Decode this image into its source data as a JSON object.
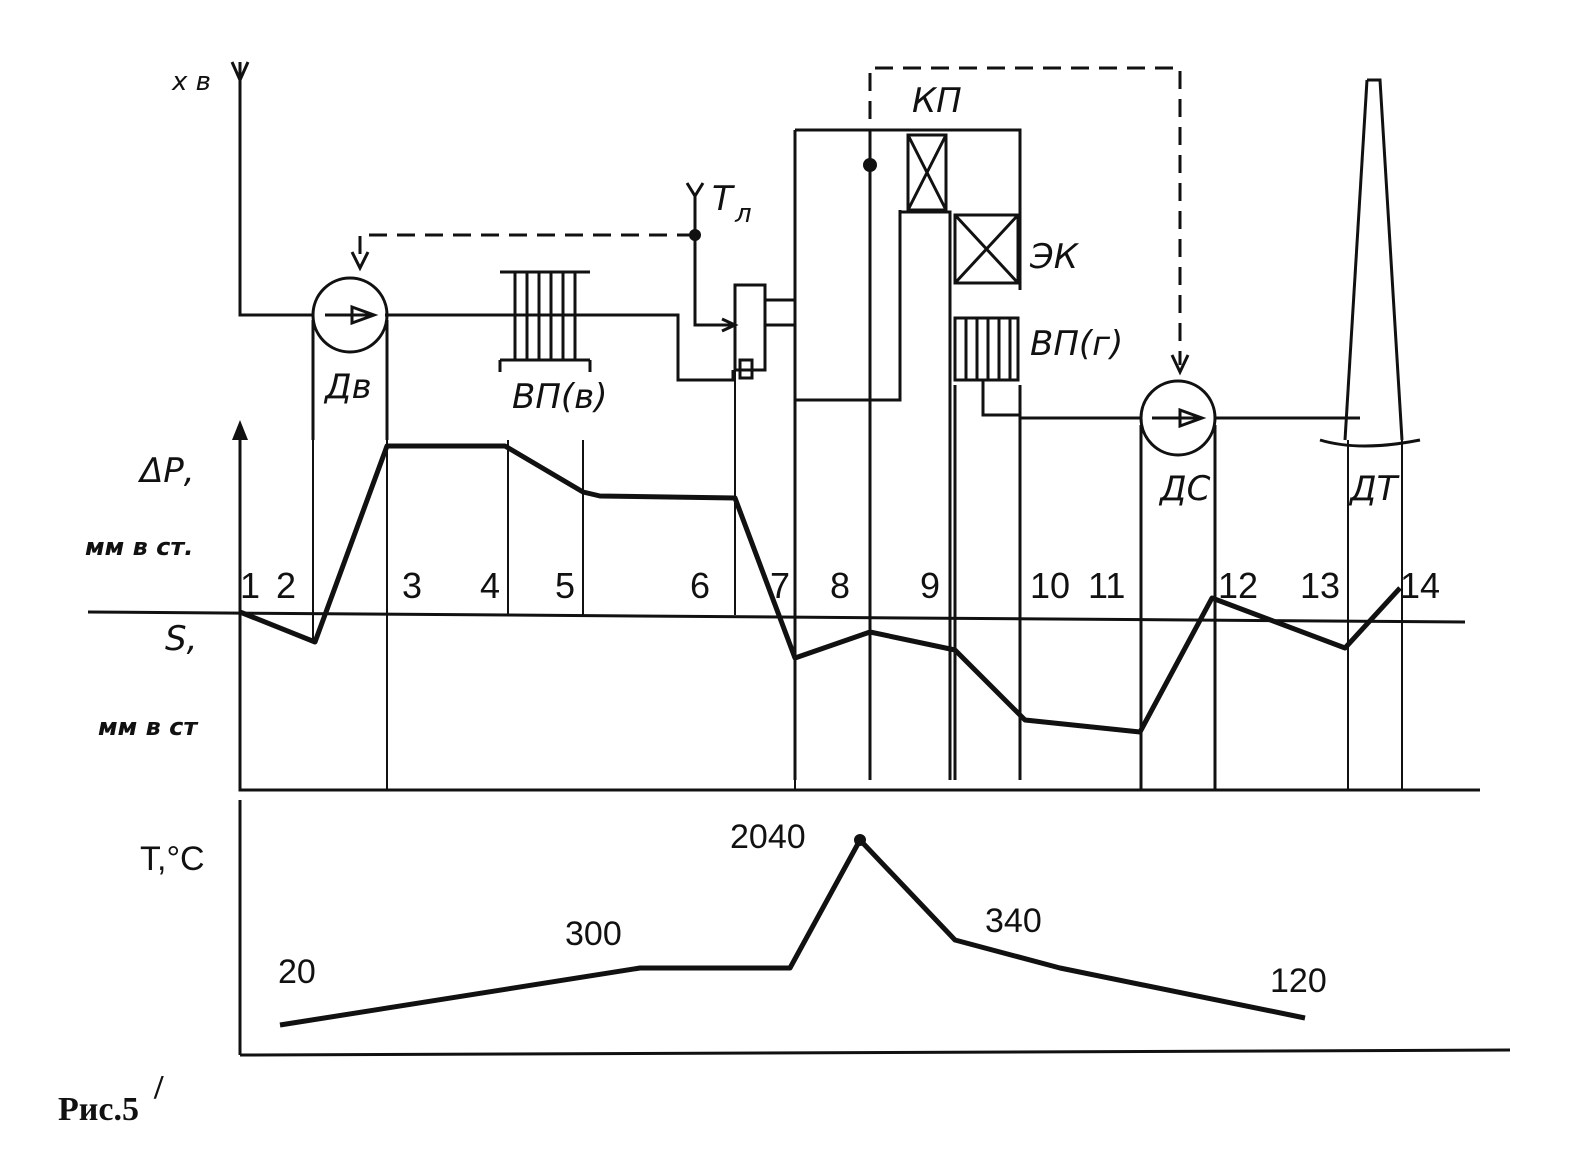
{
  "labels": {
    "cold_air": "х в",
    "fan": "Дв",
    "air_heater_air": "ВП(в)",
    "fuel": "Т",
    "fuel_sub": "л",
    "superheater": "КП",
    "economizer": "ЭК",
    "air_heater_gas": "ВП(г)",
    "exhauster": "ДС",
    "chimney": "ДТ",
    "dp_axis_1": "ΔР,",
    "dp_axis_2": "мм в ст.",
    "s_axis_1": "S,",
    "s_axis_2": "мм в ст",
    "t_axis": "Т,°С",
    "caption": "Рис.5",
    "caption_mark": "/"
  },
  "sections": [
    "1",
    "2",
    "3",
    "4",
    "5",
    "6",
    "7",
    "8",
    "9",
    "10",
    "11",
    "12",
    "13",
    "14"
  ],
  "temperatures": [
    {
      "point": "air_in",
      "value": "20"
    },
    {
      "point": "after_air_heater",
      "value": "300"
    },
    {
      "point": "furnace",
      "value": "2040"
    },
    {
      "point": "after_superheater",
      "value": "340"
    },
    {
      "point": "flue_gas_out",
      "value": "120"
    }
  ]
}
